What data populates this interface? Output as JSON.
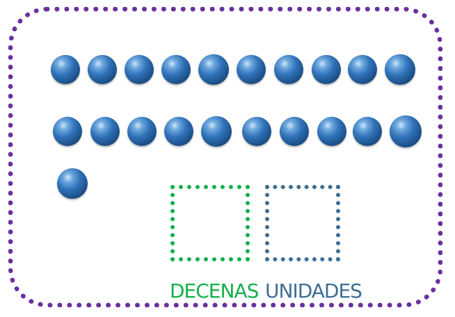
{
  "counters": {
    "total": 21,
    "rows": [
      10,
      10,
      1
    ],
    "ball_color": "#2f72b8"
  },
  "place_value": {
    "decenas": {
      "label": "DECENAS",
      "color": "#12b04a",
      "value": ""
    },
    "unidades": {
      "label": "UNIDADES",
      "color": "#3f6d93",
      "value": ""
    }
  },
  "frame": {
    "border_color": "#6b2fa0"
  }
}
